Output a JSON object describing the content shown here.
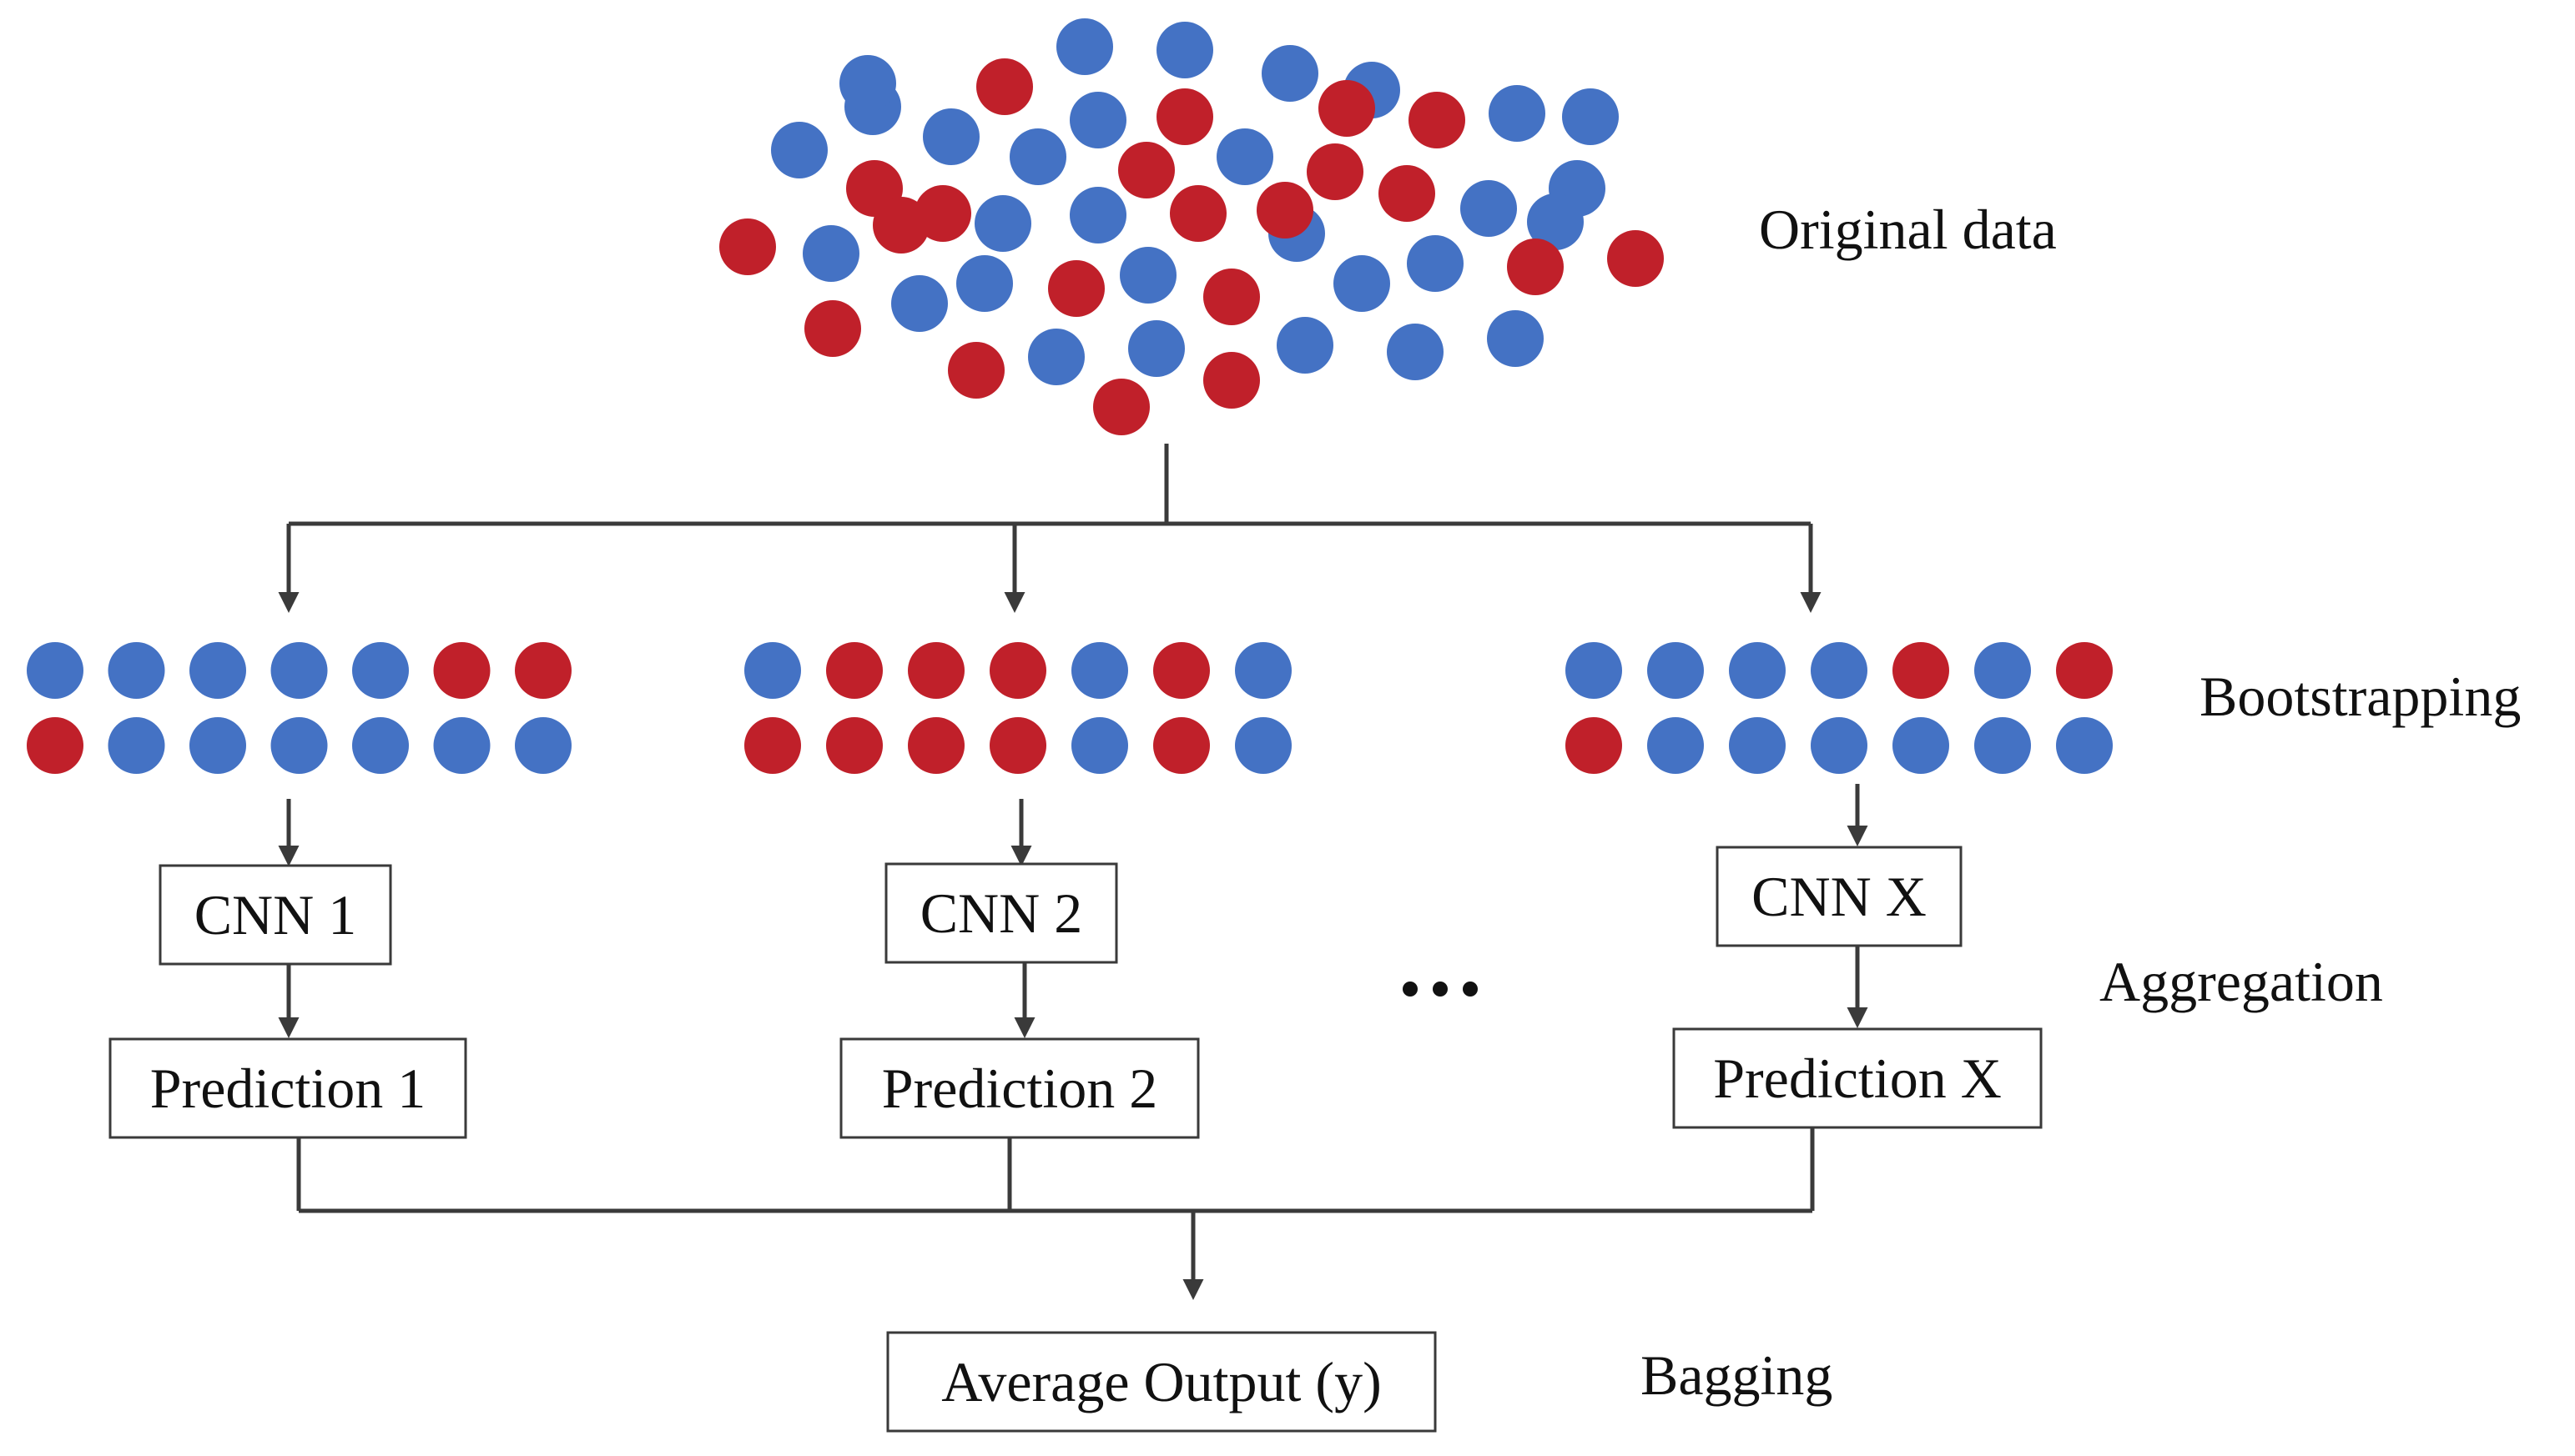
{
  "colors": {
    "blue": "#4472C4",
    "red": "#C0202A",
    "line": "#3a3a3a"
  },
  "labels": {
    "original_data": "Original data",
    "bootstrapping": "Bootstrapping",
    "aggregation": "Aggregation",
    "bagging": "Bagging"
  },
  "original_pool": {
    "blue_count": 30,
    "red_count": 21
  },
  "bootstrap_samples": [
    {
      "row1": [
        "blue",
        "blue",
        "blue",
        "blue",
        "blue",
        "red",
        "red"
      ],
      "row2": [
        "red",
        "blue",
        "blue",
        "blue",
        "blue",
        "blue",
        "blue"
      ]
    },
    {
      "row1": [
        "blue",
        "red",
        "red",
        "red",
        "blue",
        "red",
        "blue"
      ],
      "row2": [
        "red",
        "red",
        "red",
        "red",
        "blue",
        "red",
        "blue"
      ]
    },
    {
      "row1": [
        "blue",
        "blue",
        "blue",
        "blue",
        "red",
        "blue",
        "red"
      ],
      "row2": [
        "red",
        "blue",
        "blue",
        "blue",
        "blue",
        "blue",
        "blue"
      ]
    }
  ],
  "models": [
    {
      "cnn": "CNN 1",
      "prediction": "Prediction 1"
    },
    {
      "cnn": "CNN 2",
      "prediction": "Prediction 2"
    },
    {
      "cnn": "CNN X",
      "prediction": "Prediction X"
    }
  ],
  "output": {
    "label": "Average Output (y)"
  }
}
